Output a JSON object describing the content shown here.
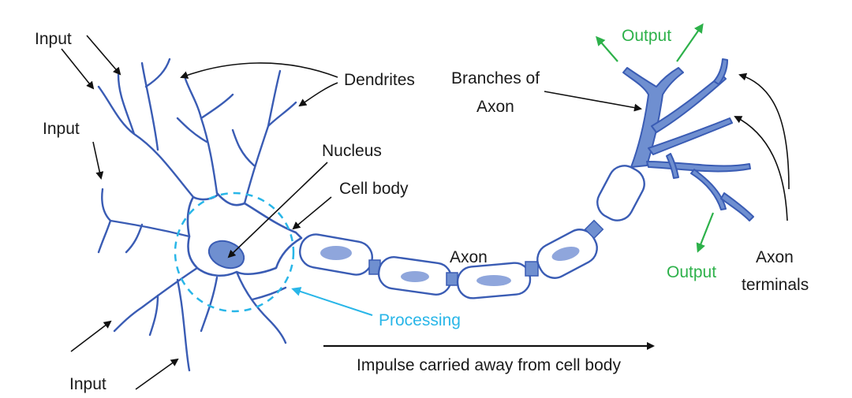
{
  "labels": {
    "input_top": "Input",
    "input_mid": "Input",
    "input_bottom": "Input",
    "dendrites": "Dendrites",
    "nucleus": "Nucleus",
    "cell_body": "Cell body",
    "branches_line1": "Branches of",
    "branches_line2": "Axon",
    "axon": "Axon",
    "output_top": "Output",
    "output_bottom": "Output",
    "axon_terminals_line1": "Axon",
    "axon_terminals_line2": "terminals",
    "processing": "Processing",
    "impulse": "Impulse carried away from cell body"
  },
  "colors": {
    "neuron_outline": "#3a5cb4",
    "neuron_fill": "#6f8fd0",
    "myelin_spot": "#8fa6dc",
    "output_green": "#2db14a",
    "processing_cyan": "#29b6e8",
    "arrow_black": "#111111"
  }
}
